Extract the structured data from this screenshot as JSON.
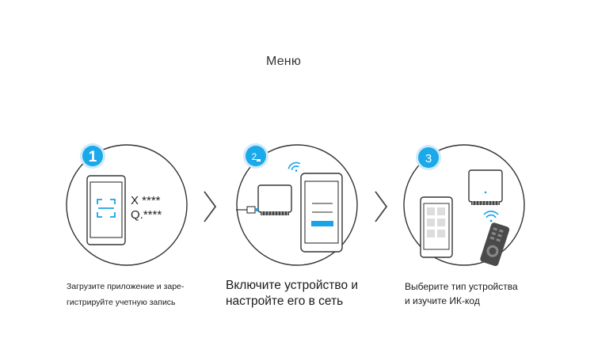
{
  "header": {
    "title": "Меню"
  },
  "colors": {
    "accent": "#1aa3e8",
    "outline": "#333333",
    "badge": "#1ba9ea"
  },
  "steps": [
    {
      "number": "1",
      "credentials": {
        "line1": "X ****",
        "line2": "Q.****"
      },
      "caption_line1": "Загрузите приложение и заре-",
      "caption_line2": "гистрируйте учетную запись",
      "icons": [
        "phone-icon",
        "scan-frame-icon"
      ]
    },
    {
      "number": "2",
      "caption_line1": "Включите устройство и",
      "caption_line2": "настройте его в сеть",
      "icons": [
        "wifi-icon",
        "hub-device-icon",
        "usb-cable-icon",
        "phone-icon"
      ]
    },
    {
      "number": "3",
      "caption_line1": "Выберите тип устройства",
      "caption_line2": "и изучите ИК-код",
      "icons": [
        "phone-icon",
        "hub-device-icon",
        "wifi-icon",
        "remote-control-icon"
      ]
    }
  ],
  "arrows": [
    "chevron-right-icon",
    "chevron-right-icon"
  ]
}
